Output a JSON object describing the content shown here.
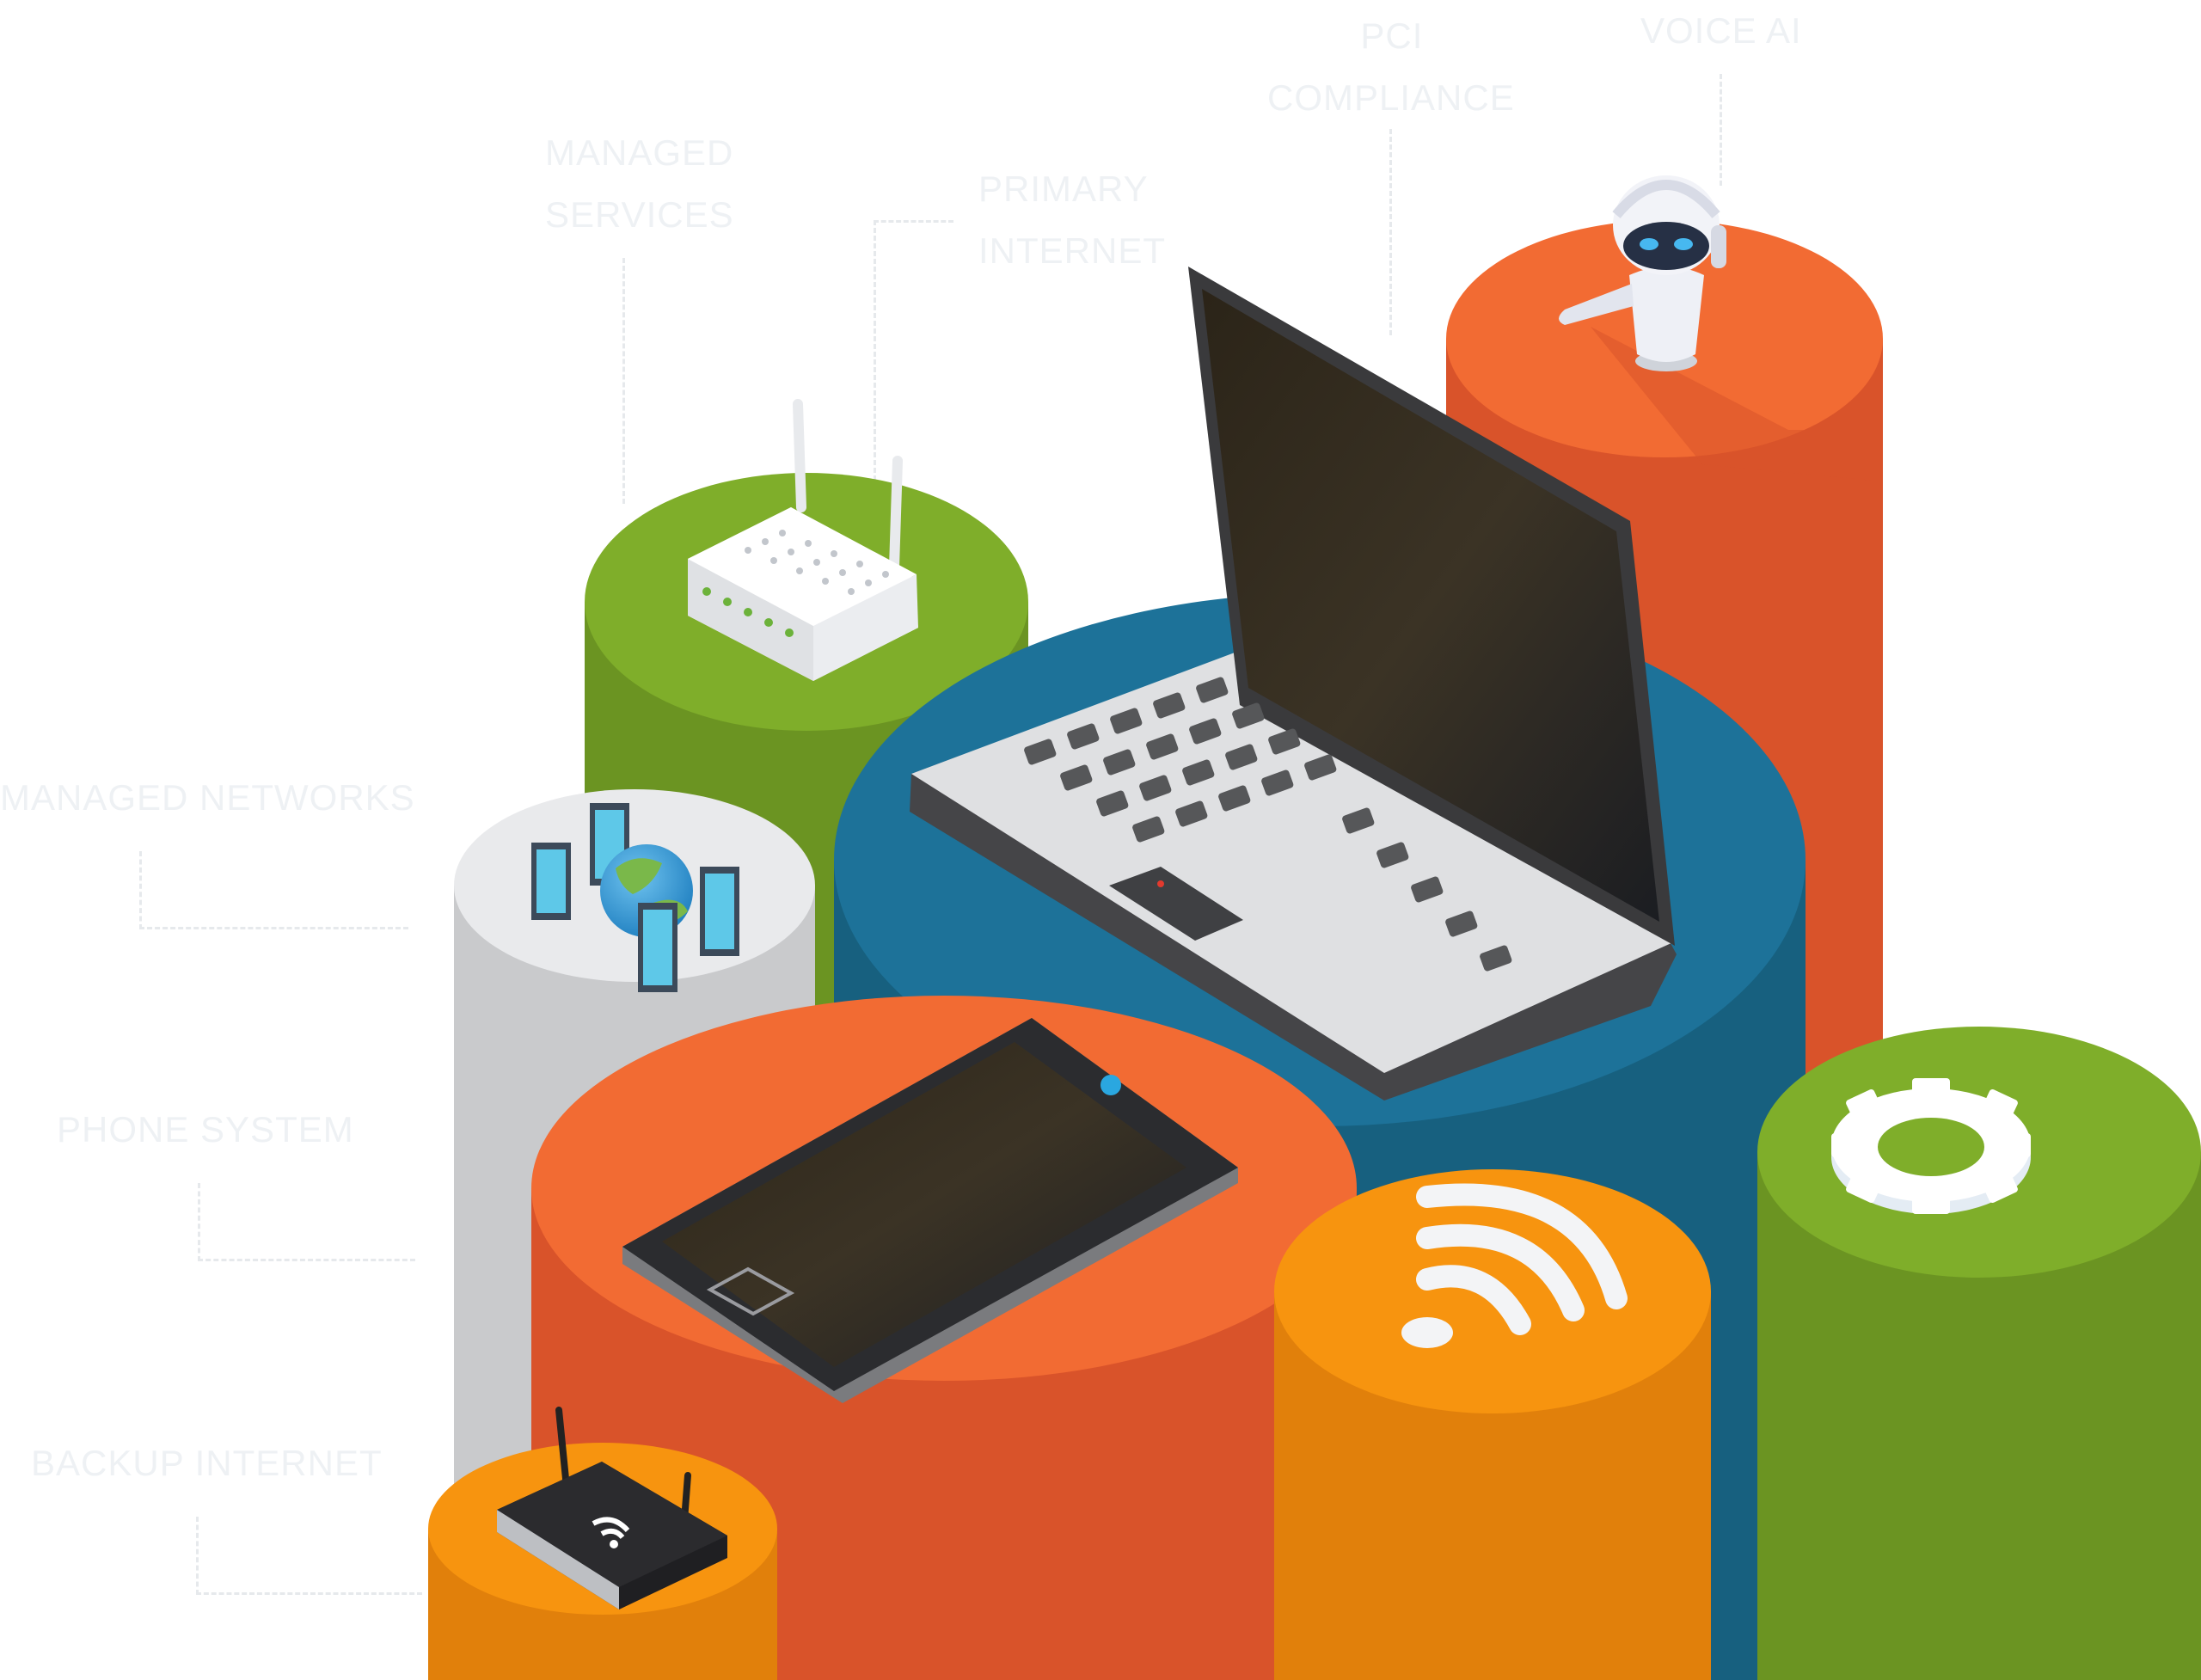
{
  "labels": {
    "managed_services": [
      "MANAGED",
      "SERVICES"
    ],
    "primary_internet": [
      "PRIMARY",
      "INTERNET"
    ],
    "pci_compliance": [
      "PCI",
      "COMPLIANCE"
    ],
    "voice_ai": "VOICE AI",
    "managed_networks": "MANAGED NETWORKS",
    "phone_system": "PHONE SYSTEM",
    "backup_internet": "BACKUP INTERNET"
  },
  "colors": {
    "orange": "#f26b33",
    "orange_side": "#d9532a",
    "green": "#7fae2a",
    "green_side": "#6b9422",
    "blue": "#1d7299",
    "blue_side": "#17607f",
    "gray": "#e3e4e6",
    "gray_side": "#c9cacc",
    "amber": "#f7940f",
    "amber_side": "#e1800b",
    "label_text": "#eef1f4"
  },
  "icons": [
    "robot-icon",
    "router-icon",
    "server-globe-icon",
    "laptop-icon",
    "smartphone-icon",
    "wifi-icon",
    "gear-icon",
    "black-router-icon"
  ]
}
